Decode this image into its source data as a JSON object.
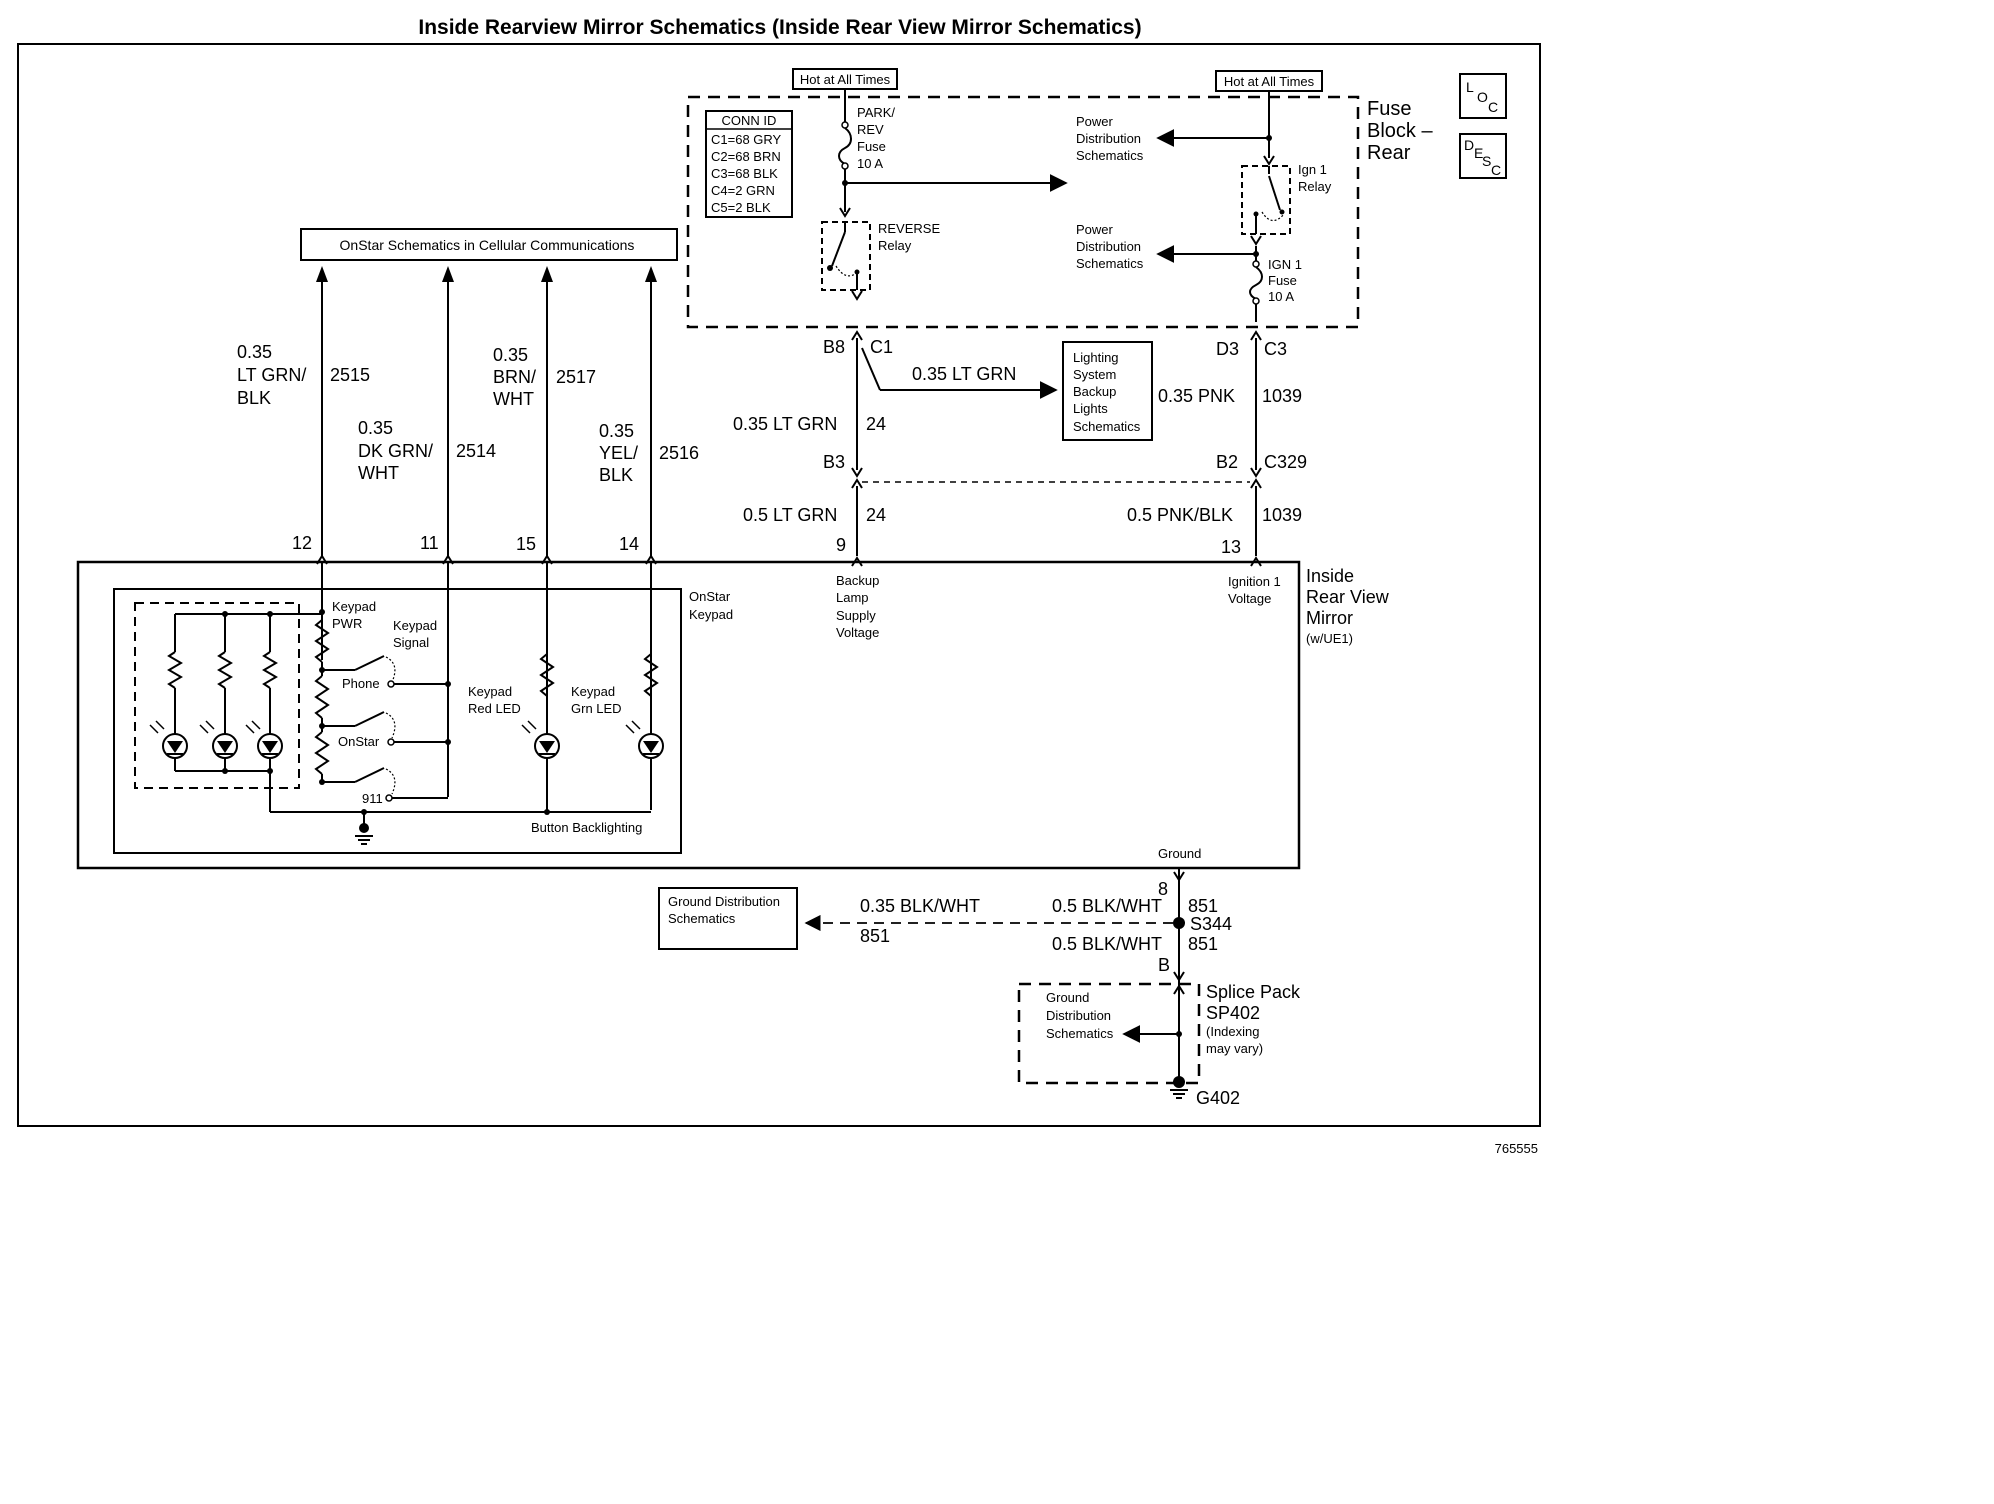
{
  "title": "Inside Rearview Mirror Schematics (Inside Rear View Mirror Schematics)",
  "figure_id": "765555",
  "icons": {
    "loc": [
      "L",
      "O",
      "C"
    ],
    "desc": [
      "D",
      "E",
      "S",
      "C"
    ]
  },
  "fuse_block": {
    "label": [
      "Fuse",
      "Block –",
      "Rear"
    ],
    "hot_left": "Hot at All Times",
    "hot_right": "Hot at All Times",
    "conn_id_title": "CONN ID",
    "conn_ids": [
      "C1=68 GRY",
      "C2=68 BRN",
      "C3=68 BLK",
      "C4=2 GRN",
      "C5=2 BLK"
    ],
    "park_fuse": [
      "PARK/",
      "REV",
      "Fuse",
      "10 A"
    ],
    "reverse_relay": [
      "REVERSE",
      "Relay"
    ],
    "pds_top": [
      "Power",
      "Distribution",
      "Schematics"
    ],
    "pds_mid": [
      "Power",
      "Distribution",
      "Schematics"
    ],
    "ign_relay": [
      "Ign 1",
      "Relay"
    ],
    "ign_fuse": [
      "IGN 1",
      "Fuse",
      "10 A"
    ]
  },
  "connectors": {
    "b8": "B8",
    "c1": "C1",
    "d3": "D3",
    "c3": "C3",
    "b3": "B3",
    "b2": "B2",
    "c329": "C329"
  },
  "wires": {
    "lt_grn_035": "0.35 LT GRN",
    "lt_grn_035_b": "0.35 LT GRN",
    "c24a": "24",
    "lt_grn_05": "0.5 LT GRN",
    "c24b": "24",
    "pnk_035": "0.35 PNK",
    "c1039a": "1039",
    "pnk_blk_05": "0.5 PNK/BLK",
    "c1039b": "1039"
  },
  "lighting_box": [
    "Lighting",
    "System",
    "Backup",
    "Lights",
    "Schematics"
  ],
  "onstar_box": "OnStar Schematics in Cellular Communications",
  "onstar_wires": [
    {
      "lines": [
        "0.35",
        "LT GRN/",
        "BLK"
      ],
      "circuit": "2515",
      "pin": "12"
    },
    {
      "lines": [
        "0.35",
        "DK GRN/",
        "WHT"
      ],
      "circuit": "2514",
      "pin": "11"
    },
    {
      "lines": [
        "0.35",
        "BRN/",
        "WHT"
      ],
      "circuit": "2517",
      "pin": "15"
    },
    {
      "lines": [
        "0.35",
        "YEL/",
        "BLK"
      ],
      "circuit": "2516",
      "pin": "14"
    }
  ],
  "mirror": {
    "pin9": "9",
    "pin13": "13",
    "backup": [
      "Backup",
      "Lamp",
      "Supply",
      "Voltage"
    ],
    "ign_volt": [
      "Ignition 1",
      "Voltage"
    ],
    "label": [
      "Inside",
      "Rear View",
      "Mirror"
    ],
    "label_sub": "(w/UE1)",
    "ground": "Ground"
  },
  "keypad": {
    "label": [
      "OnStar",
      "Keypad"
    ],
    "pwr": [
      "Keypad",
      "PWR"
    ],
    "signal": [
      "Keypad",
      "Signal"
    ],
    "phone": "Phone",
    "onstar": "OnStar",
    "n911": "911",
    "red_led": [
      "Keypad",
      "Red LED"
    ],
    "grn_led": [
      "Keypad",
      "Grn LED"
    ],
    "backlight": "Button Backlighting"
  },
  "ground": {
    "pin8": "8",
    "c851a": "851",
    "s344": "S344",
    "c851b": "851",
    "pinb": "B",
    "blk_wht_05a": "0.5 BLK/WHT",
    "blk_wht_05b": "0.5 BLK/WHT",
    "blk_wht_035": "0.35 BLK/WHT",
    "c851c": "851",
    "gnd_box": [
      "Ground Distribution",
      "Schematics"
    ],
    "gnd_inner": [
      "Ground",
      "Distribution",
      "Schematics"
    ],
    "splice": [
      "Splice Pack",
      "SP402"
    ],
    "splice_note": [
      "(Indexing",
      "may vary)"
    ],
    "g402": "G402"
  }
}
